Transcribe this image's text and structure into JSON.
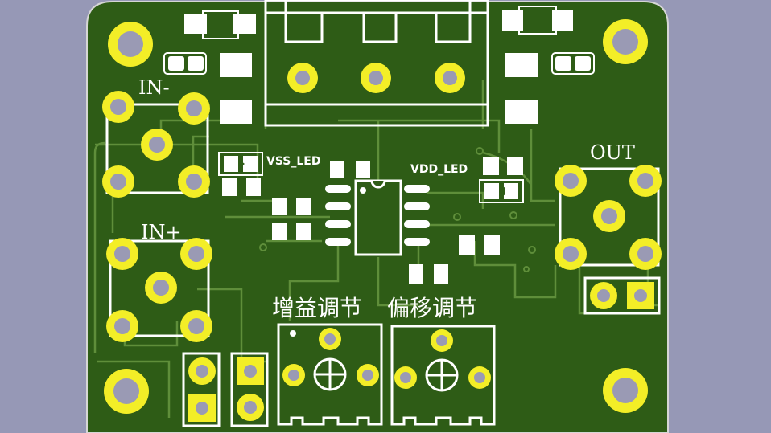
{
  "labels": {
    "in_minus": "IN-",
    "in_plus": "IN+",
    "out": "OUT",
    "vss_led": "VSS_LED",
    "vdd_led": "VDD_LED",
    "gain_adjust": "增益调节",
    "offset_adjust": "偏移调节"
  },
  "colors": {
    "background": "#9698b6",
    "board": "#2e5c16",
    "board_edge": "#d6d6d6",
    "trace": "#5f8e3a",
    "copper": "#f3ee27",
    "silkscreen": "#ffffff",
    "drill": "#9a9ab4"
  }
}
